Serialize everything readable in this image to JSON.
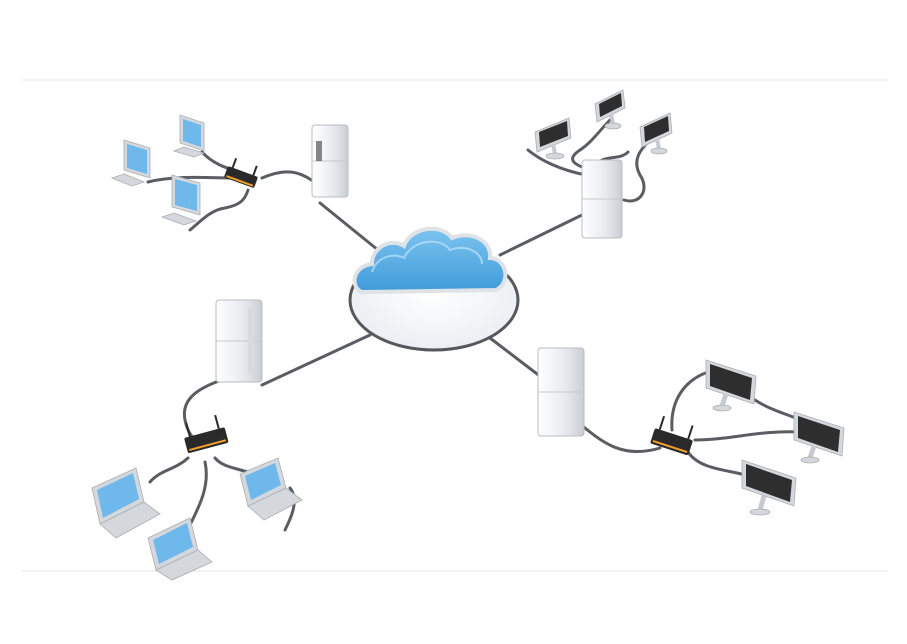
{
  "colors": {
    "background": "#ffffff",
    "frame_line": "#e6e6e6",
    "cable": "#5a5d61",
    "cloud_fill": "#5ab0e6",
    "cloud_rim": "#dfe3e7",
    "ring": "#55585c",
    "server_body": "#eef0f2",
    "router_body": "#2a2a2a",
    "router_led": "#f2a12a",
    "monitor_screen_blue": "#6fb8ec",
    "monitor_screen_dark": "#2e2e2e",
    "device_body": "#d4d8dc"
  },
  "icons": {
    "cloud": "cloud-icon",
    "server": "server-tower-icon",
    "router": "wifi-router-icon",
    "monitor": "monitor-icon",
    "laptop": "laptop-icon"
  },
  "diagram": {
    "hub": "cloud",
    "clusters": [
      {
        "id": "top-left",
        "server": "tower",
        "router": true,
        "devices": 3,
        "device_type": "monitor",
        "screen": "blue"
      },
      {
        "id": "top-right",
        "server": "tower",
        "router": false,
        "devices": 3,
        "device_type": "monitor",
        "screen": "dark"
      },
      {
        "id": "bottom-left",
        "server": "tower",
        "router": true,
        "devices": 3,
        "device_type": "laptop",
        "screen": "blue"
      },
      {
        "id": "bottom-right",
        "server": "tower",
        "router": true,
        "devices": 3,
        "device_type": "monitor",
        "screen": "dark"
      }
    ]
  }
}
